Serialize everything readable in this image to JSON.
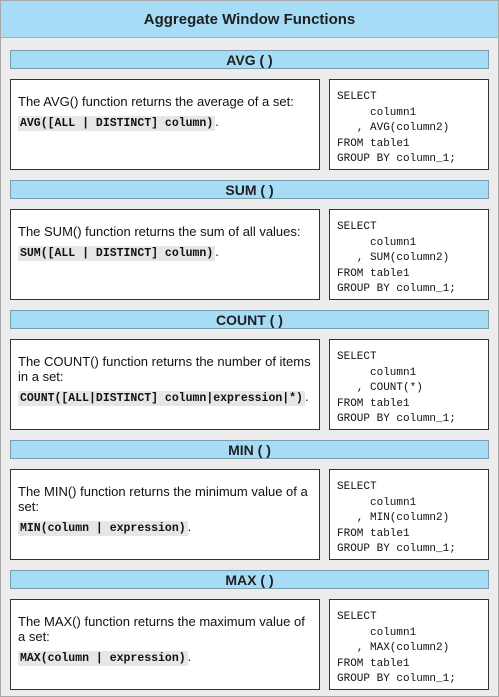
{
  "title": "Aggregate Window Functions",
  "sections": [
    {
      "heading": "AVG ( )",
      "description": "The AVG() function returns the average of a set:",
      "syntax": "AVG([ALL | DISTINCT] column)",
      "sql": "SELECT\n     column1\n   , AVG(column2)\nFROM table1\nGROUP BY column_1;"
    },
    {
      "heading": "SUM ( )",
      "description": "The SUM() function returns the sum of all values:",
      "syntax": "SUM([ALL | DISTINCT] column)",
      "sql": "SELECT\n     column1\n   , SUM(column2)\nFROM table1\nGROUP BY column_1;"
    },
    {
      "heading": "COUNT ( )",
      "description": "The COUNT() function returns the number of items in a set:",
      "syntax": "COUNT([ALL|DISTINCT] column|expression|*)",
      "sql": "SELECT\n     column1\n   , COUNT(*)\nFROM table1\nGROUP BY column_1;"
    },
    {
      "heading": "MIN ( )",
      "description": "The MIN() function returns the minimum value of a set:",
      "syntax": "MIN(column | expression)",
      "sql": "SELECT\n     column1\n   , MIN(column2)\nFROM table1\nGROUP BY column_1;"
    },
    {
      "heading": "MAX ( )",
      "description": "The MAX() function returns the maximum value of a set:",
      "syntax": "MAX(column | expression)",
      "sql": "SELECT\n     column1\n   , MAX(column2)\nFROM table1\nGROUP BY column_1;"
    }
  ]
}
